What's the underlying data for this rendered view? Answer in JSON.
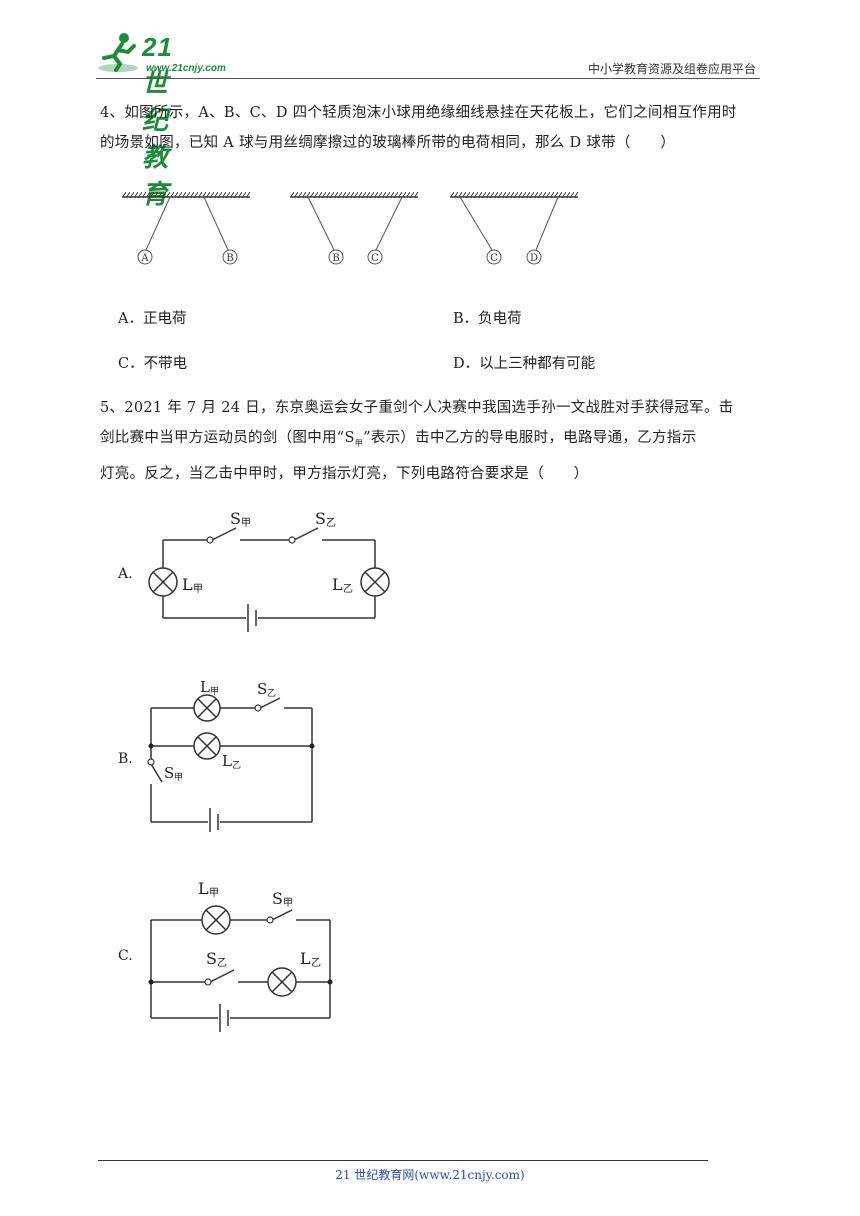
{
  "header": {
    "logo_text": "21世纪教育",
    "logo_url": "www.21cnjy.com",
    "right_text": "中小学教育资源及组卷应用平台"
  },
  "q4": {
    "line1": "4、如图所示，A、B、C、D 四个轻质泡沫小球用绝缘细线悬挂在天花板上，它们之间相互作用时",
    "line2": "的场景如图，已知 A 球与用丝绸摩擦过的玻璃棒所带的电荷相同，那么 D 球带（　　）",
    "balls": [
      "A",
      "B",
      "B",
      "C",
      "C",
      "D"
    ],
    "options": {
      "A": "A．正电荷",
      "B": "B．负电荷",
      "C": "C．不带电",
      "D": "D．以上三种都有可能"
    }
  },
  "q5": {
    "line1": "5、2021 年 7 月 24 日，东京奥运会女子重剑个人决赛中我国选手孙一文战胜对手获得冠军。击",
    "line2_a": "剑比赛中当甲方运动员的剑（图中用“S",
    "line2_sub": "甲",
    "line2_b": "”表示）击中乙方的导电服时，电路导通，乙方指示",
    "line3": "灯亮。反之，当乙击中甲时，甲方指示灯亮，下列电路符合要求是（　　）",
    "labels": {
      "A": "A.",
      "B": "B.",
      "C": "C."
    },
    "circuit": {
      "S": "S",
      "L": "L",
      "jia": "甲",
      "yi": "乙"
    }
  },
  "footer": {
    "text": "21 世纪教育网(www.21cnjy.com)"
  }
}
